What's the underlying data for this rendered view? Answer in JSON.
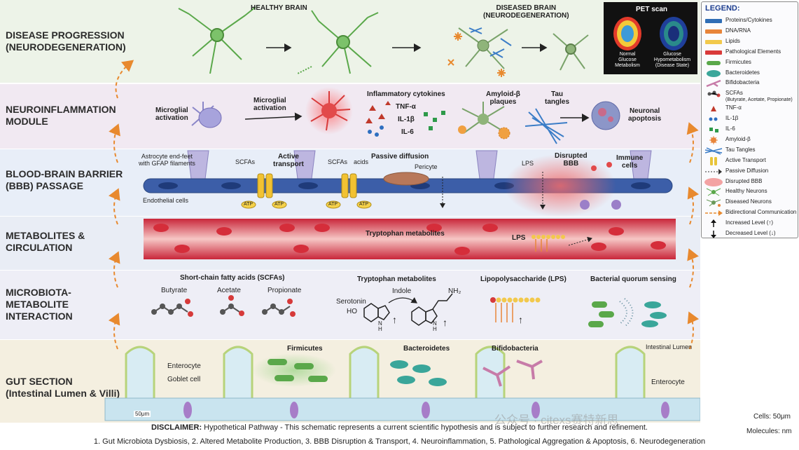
{
  "bands": [
    {
      "id": "disease",
      "label": "DISEASE PROGRESSION\n(NEURODEGENERATION)",
      "bg": "#edf3e8"
    },
    {
      "id": "neuro",
      "label": "NEUROINFLAMMATION\nMODULE",
      "bg": "#f1e9f2"
    },
    {
      "id": "bbb",
      "label": "BLOOD-BRAIN BARRIER\n(BBB) PASSAGE",
      "bg": "#e8eef8"
    },
    {
      "id": "metab",
      "label": "METABOLITES &\nCIRCULATION",
      "bg": "#e9edf5"
    },
    {
      "id": "micro",
      "label": "MICROBIOTA-\nMETABOLITE\nINTERACTION",
      "bg": "#eeeef6"
    },
    {
      "id": "gut",
      "label": "GUT SECTION\n(Intestinal Lumen & Villi)",
      "bg": "#f4efe0"
    }
  ],
  "disease": {
    "healthy_title": "HEALTHY BRAIN",
    "diseased_title": "DISEASED BRAIN\n(NEURODEGENERATION)",
    "pet_title": "PET scan",
    "pet_normal": "Normal\nGlucose\nMetabolism",
    "pet_hypo": "Glucose\nHypometabolism\n(Disease State)"
  },
  "neuro": {
    "microglial_activation_1": "Microglial\nactivation",
    "microglial_activation_2": "Microglial\nactivation",
    "cytokines_title": "Inflammatory cytokines",
    "tnf": "TNF-α",
    "il1": "IL-1β",
    "il6": "IL-6",
    "amyloid": "Amyloid-β\nplaques",
    "tau": "Tau\ntangles",
    "apoptosis": "Neuronal\napoptosis"
  },
  "bbb": {
    "astrocyte": "Astrocyte end-feet\nwith GFAP filaments",
    "scfas_1": "SCFAs",
    "active_transport": "Active\ntransport",
    "scfas_2": "SCFAs",
    "acids": "acids",
    "passive_diffusion": "Passive diffusion",
    "pericyte": "Pericyte",
    "lps": "LPS",
    "disrupted_bbb": "Disrupted\nBBB",
    "immune_cells": "Immune\ncells",
    "endothelial": "Endothelial cells",
    "atp": "ATP"
  },
  "metab": {
    "tryptophan_metabolites": "Tryptophan metabolites",
    "lps": "LPS"
  },
  "micro": {
    "scfa_title": "Short-chain fatty acids (SCFAs)",
    "butyrate": "Butyrate",
    "acetate": "Acetate",
    "propionate": "Propionate",
    "trp_title": "Tryptophan metabolites",
    "indole": "Indole",
    "serotonin": "Serotonin",
    "ho": "HO",
    "nh2": "NH₂",
    "n_h": "N\nH",
    "lps_title": "Lipopolysaccharide (LPS)",
    "quorum_title": "Bacterial quorum sensing"
  },
  "gut": {
    "enterocyte_left": "Enterocyte",
    "goblet": "Goblet cell",
    "firmicutes": "Firmicutes",
    "bacteroidetes": "Bacteroidetes",
    "bifidobacteria": "Bifidobacteria",
    "lumen": "Intestinal Lumen",
    "enterocyte_right": "Enterocyte",
    "scale": "50μm"
  },
  "legend": {
    "title": "LEGEND:",
    "items": [
      {
        "label": "Proteins/Cytokines",
        "icon": "blue-bar",
        "color": "#2f6db5"
      },
      {
        "label": "DNA/RNA",
        "icon": "orange-bar",
        "color": "#e8853a"
      },
      {
        "label": "Lipids",
        "icon": "yellow-bar",
        "color": "#f2c94c"
      },
      {
        "label": "Pathological Elements",
        "icon": "red-bar",
        "color": "#d93a3a"
      },
      {
        "label": "Firmicutes",
        "icon": "green-rod",
        "color": "#5aa84a"
      },
      {
        "label": "Bacteroidetes",
        "icon": "teal-oval",
        "color": "#3aa69a"
      },
      {
        "label": "Bifidobacteria",
        "icon": "pink-y",
        "color": "#c77ba8"
      },
      {
        "label": "SCFAs",
        "sublabel": "(Butyrate, Acetate, Propionate)",
        "icon": "molecule",
        "color": "#555555"
      },
      {
        "label": "TNF-α",
        "icon": "red-triangle",
        "color": "#c0392b"
      },
      {
        "label": "IL-1β",
        "icon": "blue-dots",
        "color": "#2e6fc0"
      },
      {
        "label": "IL-6",
        "icon": "green-squares",
        "color": "#2e9a4a"
      },
      {
        "label": "Amyloid-β",
        "icon": "orange-star",
        "color": "#e8853a"
      },
      {
        "label": "Tau Tangles",
        "icon": "blue-fibers",
        "color": "#3b7dc7"
      },
      {
        "label": "Active Transport",
        "icon": "channel",
        "color": "#e8c43a"
      },
      {
        "label": "Passive Diffusion",
        "icon": "dotted-arrow",
        "color": "#333333"
      },
      {
        "label": "Disrupted BBB",
        "icon": "red-glow",
        "color": "#f3a3a3"
      },
      {
        "label": "Healthy Neurons",
        "icon": "green-neuron",
        "color": "#5aa84a"
      },
      {
        "label": "Diseased Neurons",
        "icon": "sick-neuron",
        "color": "#6a9a5a"
      },
      {
        "label": "Bidirectional Communication",
        "icon": "orange-dashed-arrow",
        "color": "#e8892e"
      },
      {
        "label": "Increased Level (↑)",
        "icon": "up-arrow",
        "color": "#111111"
      },
      {
        "label": "Decreased Level (↓)",
        "icon": "down-arrow",
        "color": "#111111"
      }
    ]
  },
  "footer": {
    "disclaimer_label": "DISCLAIMER:",
    "disclaimer_text": " Hypothetical Pathway - This schematic represents a current scientific hypothesis and is subject to further research and refinement.",
    "steps": "1. Gut Microbiota Dysbiosis, 2. Altered Metabolite Production, 3. BBB Disruption & Transport, 4. Neuroinflammation, 5. Pathological Aggregation & Apoptosis, 6. Neurodegeneration",
    "scale_cells": "Cells: 50μm",
    "scale_molecules": "Molecules: nm",
    "watermark": "公众号 · citexs赛特新思"
  }
}
